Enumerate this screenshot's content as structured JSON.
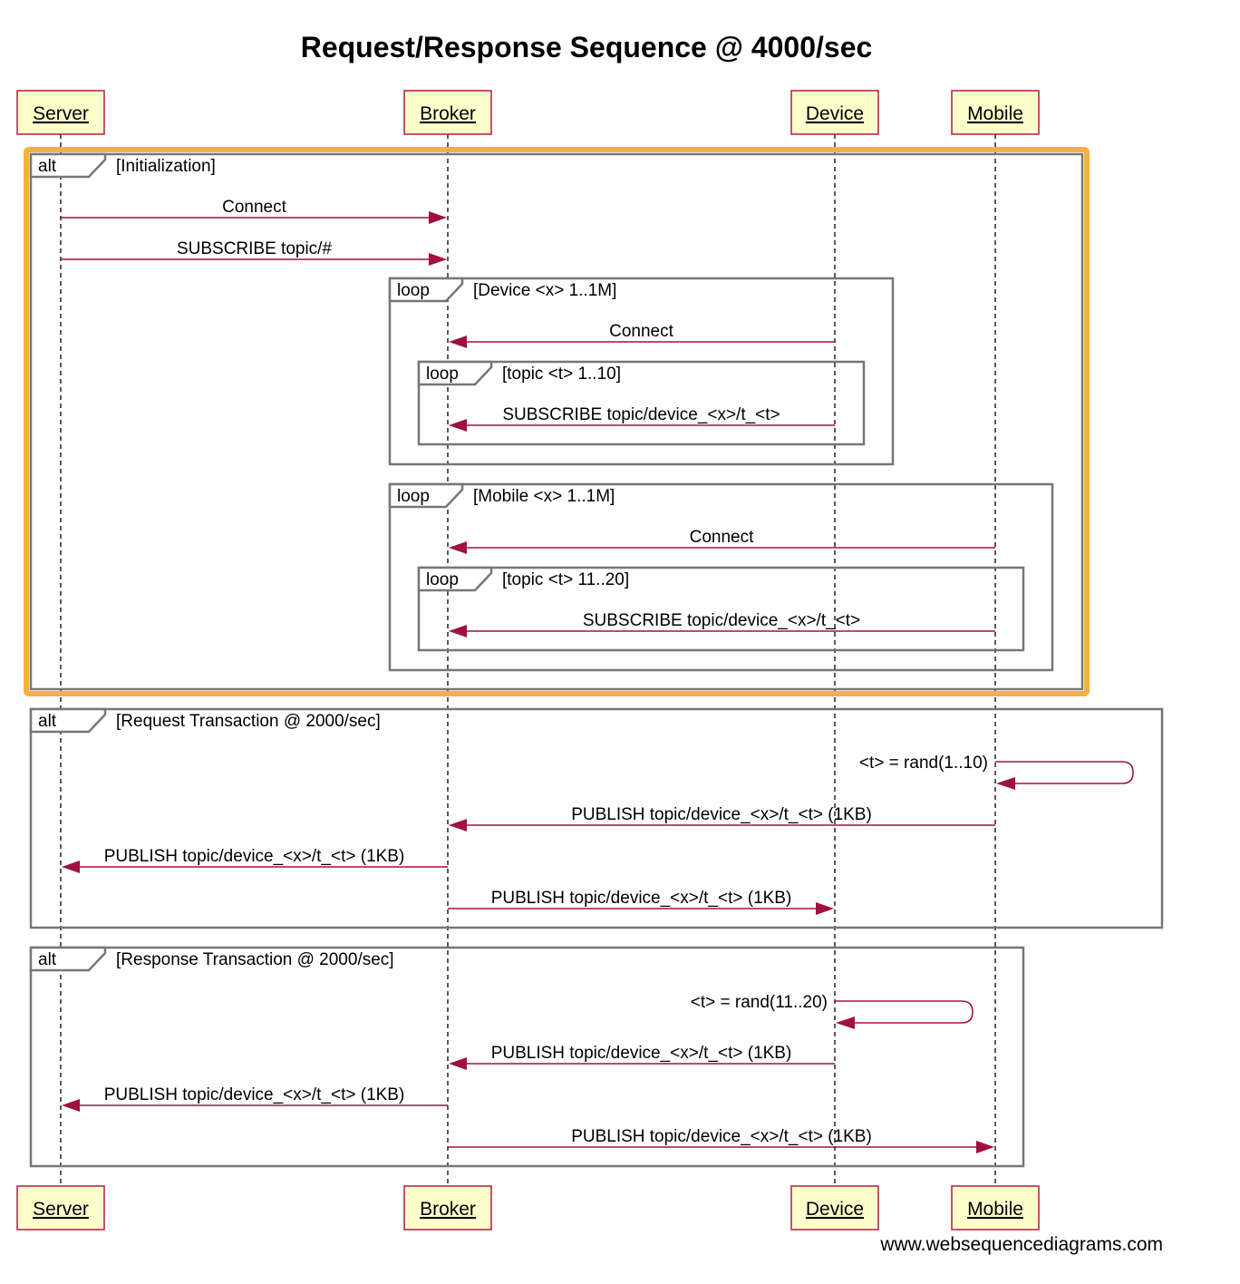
{
  "title": "Request/Response Sequence @ 4000/sec",
  "participants": [
    "Server",
    "Broker",
    "Device",
    "Mobile"
  ],
  "frames": [
    {
      "keyword": "alt",
      "condition": "[Initialization]",
      "selected": true
    },
    {
      "keyword": "loop",
      "condition": "[Device <x> 1..1M]"
    },
    {
      "keyword": "loop",
      "condition": "[topic <t> 1..10]"
    },
    {
      "keyword": "loop",
      "condition": "[Mobile <x> 1..1M]"
    },
    {
      "keyword": "loop",
      "condition": "[topic <t> 11..20]"
    },
    {
      "keyword": "alt",
      "condition": "[Request Transaction @ 2000/sec]"
    },
    {
      "keyword": "alt",
      "condition": "[Response Transaction @ 2000/sec]"
    }
  ],
  "messages": [
    {
      "from": "Server",
      "to": "Broker",
      "label": "Connect"
    },
    {
      "from": "Server",
      "to": "Broker",
      "label": "SUBSCRIBE topic/#"
    },
    {
      "from": "Device",
      "to": "Broker",
      "label": "Connect"
    },
    {
      "from": "Device",
      "to": "Broker",
      "label": "SUBSCRIBE topic/device_<x>/t_<t>"
    },
    {
      "from": "Mobile",
      "to": "Broker",
      "label": "Connect"
    },
    {
      "from": "Mobile",
      "to": "Broker",
      "label": "SUBSCRIBE topic/device_<x>/t_<t>"
    },
    {
      "from": "Mobile",
      "to": "Mobile",
      "label": "<t> = rand(1..10)"
    },
    {
      "from": "Mobile",
      "to": "Broker",
      "label": "PUBLISH topic/device_<x>/t_<t> (1KB)"
    },
    {
      "from": "Broker",
      "to": "Server",
      "label": "PUBLISH topic/device_<x>/t_<t> (1KB)"
    },
    {
      "from": "Broker",
      "to": "Device",
      "label": "PUBLISH topic/device_<x>/t_<t> (1KB)"
    },
    {
      "from": "Device",
      "to": "Device",
      "label": "<t> = rand(11..20)"
    },
    {
      "from": "Device",
      "to": "Broker",
      "label": "PUBLISH topic/device_<x>/t_<t> (1KB)"
    },
    {
      "from": "Broker",
      "to": "Server",
      "label": "PUBLISH topic/device_<x>/t_<t> (1KB)"
    },
    {
      "from": "Broker",
      "to": "Mobile",
      "label": "PUBLISH topic/device_<x>/t_<t> (1KB)"
    }
  ],
  "footer": "www.websequencediagrams.com",
  "colors": {
    "message": "#a01040",
    "actor_fill": "#ffffcc",
    "actor_border": "#b01a40",
    "frame": "#777777",
    "selection": "#f5b041"
  }
}
